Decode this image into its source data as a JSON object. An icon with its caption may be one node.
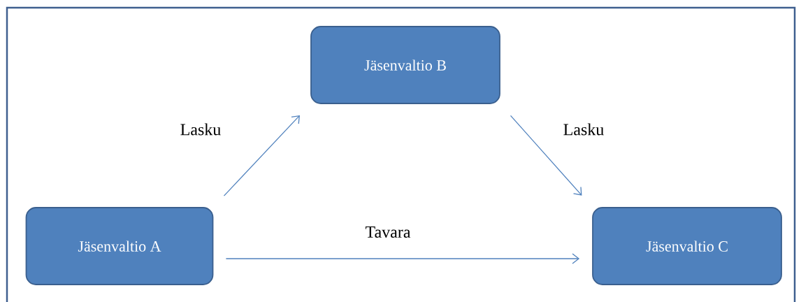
{
  "diagram": {
    "nodes": [
      {
        "text": [
          "Jäsenvaltio A"
        ]
      },
      {
        "text": [
          "Jäsenvaltio B"
        ]
      },
      {
        "text": [
          "Jäsenvaltio C"
        ]
      }
    ],
    "edges": [
      {
        "from": 0,
        "to": 1,
        "label": "Lasku",
        "arrow": "to"
      },
      {
        "from": 1,
        "to": 2,
        "label": "Lasku",
        "arrow": "to"
      },
      {
        "from": 0,
        "to": 2,
        "label": "Tavara",
        "arrow": "to"
      }
    ]
  }
}
